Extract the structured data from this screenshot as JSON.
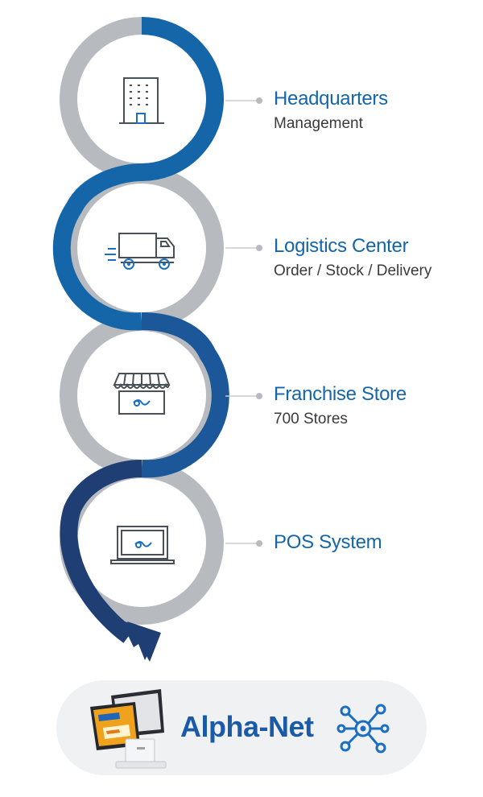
{
  "steps": [
    {
      "title": "Headquarters",
      "subtitle": "Management",
      "icon": "building-icon"
    },
    {
      "title": "Logistics Center",
      "subtitle": "Order / Stock / Delivery",
      "icon": "delivery-truck-icon"
    },
    {
      "title": "Franchise Store",
      "subtitle": "700 Stores",
      "icon": "storefront-icon"
    },
    {
      "title": "POS System",
      "subtitle": "",
      "icon": "laptop-icon"
    }
  ],
  "brand": {
    "name": "Alpha-Net",
    "icon": "network-hub-icon",
    "device_icon": "pos-terminal-icon"
  },
  "colors": {
    "ring_gray": "#b7babe",
    "blue_1": "#1466a8",
    "blue_2": "#1a5a9c",
    "blue_3": "#1f4e8f",
    "navy": "#1e3e74",
    "icon_stroke": "#4a5058",
    "accent_icon": "#1b6fc2",
    "pill_bg": "#f0f1f3"
  }
}
